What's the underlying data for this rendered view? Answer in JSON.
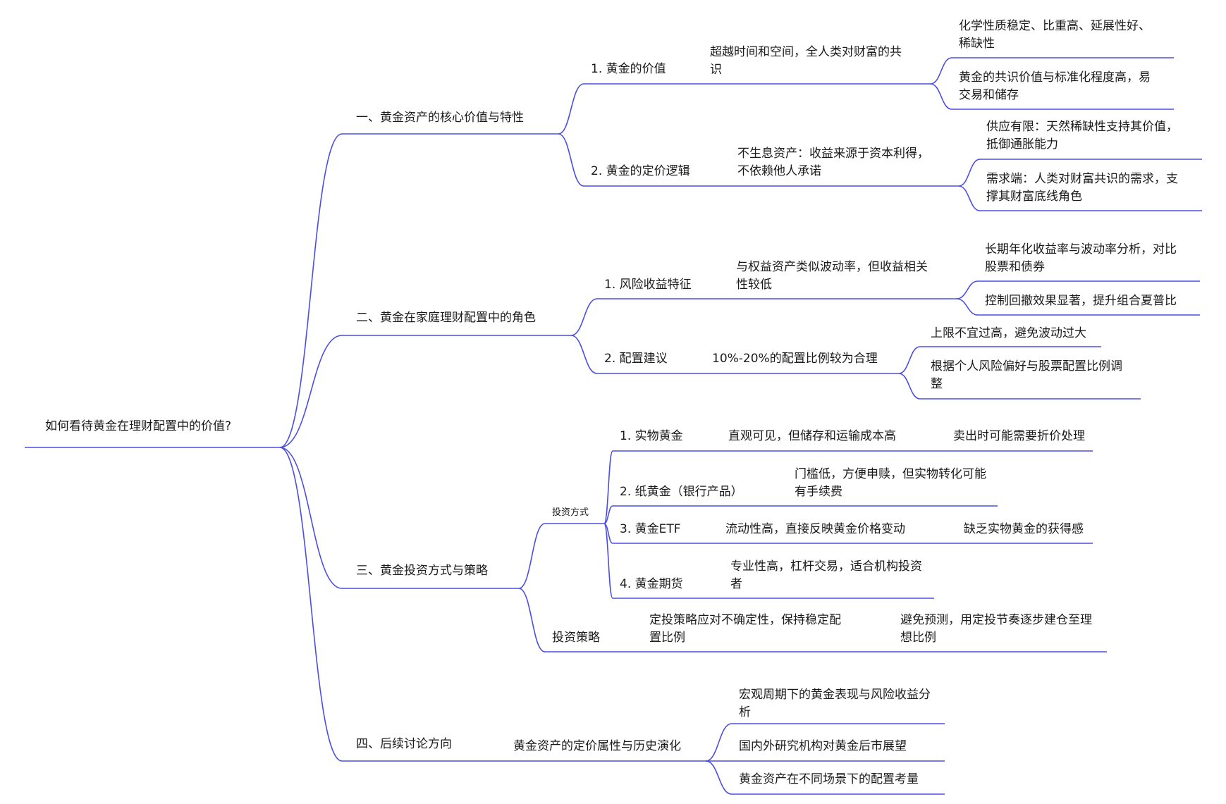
{
  "theme": {
    "line_color": "#4b4ee0",
    "text_color": "#1a1a1a",
    "background": "#ffffff"
  },
  "root": "如何看待黄金在理财配置中的价值?",
  "b1": {
    "title": "一、黄金资产的核心价值与特性",
    "s1": {
      "title": "1. 黄金的价值",
      "note": "超越时间和空间，全人类对财富的共\n识",
      "leaf1": "化学性质稳定、比重高、延展性好、\n稀缺性",
      "leaf2": "黄金的共识价值与标准化程度高，易\n交易和储存"
    },
    "s2": {
      "title": "2. 黄金的定价逻辑",
      "note": "不生息资产：收益来源于资本利得，\n不依赖他人承诺",
      "leaf1": "供应有限：天然稀缺性支持其价值，\n抵御通胀能力",
      "leaf2": "需求端：人类对财富共识的需求，支\n撑其财富底线角色"
    }
  },
  "b2": {
    "title": "二、黄金在家庭理财配置中的角色",
    "s1": {
      "title": "1. 风险收益特征",
      "note": "与权益资产类似波动率，但收益相关\n性较低",
      "leaf1": "长期年化收益率与波动率分析，对比\n股票和债券",
      "leaf2": "控制回撤效果显著，提升组合夏普比"
    },
    "s2": {
      "title": "2. 配置建议",
      "note": "10%-20%的配置比例较为合理",
      "leaf1": "上限不宜过高，避免波动过大",
      "leaf2": "根据个人风险偏好与股票配置比例调\n整"
    }
  },
  "b3": {
    "title": "三、黄金投资方式与策略",
    "methods": {
      "label": "投资方式",
      "m1": {
        "title": "1. 实物黄金",
        "note": "直观可见，但储存和运输成本高",
        "leaf": "卖出时可能需要折价处理"
      },
      "m2": {
        "title": "2. 纸黄金（银行产品）",
        "note": "门槛低，方便申赎，但实物转化可能\n有手续费"
      },
      "m3": {
        "title": "3. 黄金ETF",
        "note": "流动性高，直接反映黄金价格变动",
        "leaf": "缺乏实物黄金的获得感"
      },
      "m4": {
        "title": "4. 黄金期货",
        "note": "专业性高，杠杆交易，适合机构投资\n者"
      }
    },
    "strategy": {
      "label": "投资策略",
      "note": "定投策略应对不确定性，保持稳定配\n置比例",
      "leaf": "避免预测，用定投节奏逐步建仓至理\n想比例"
    }
  },
  "b4": {
    "title": "四、后续讨论方向",
    "s1": {
      "title": "黄金资产的定价属性与历史演化",
      "leaf1": "宏观周期下的黄金表现与风险收益分\n析",
      "leaf2": "国内外研究机构对黄金后市展望",
      "leaf3": "黄金资产在不同场景下的配置考量"
    }
  }
}
